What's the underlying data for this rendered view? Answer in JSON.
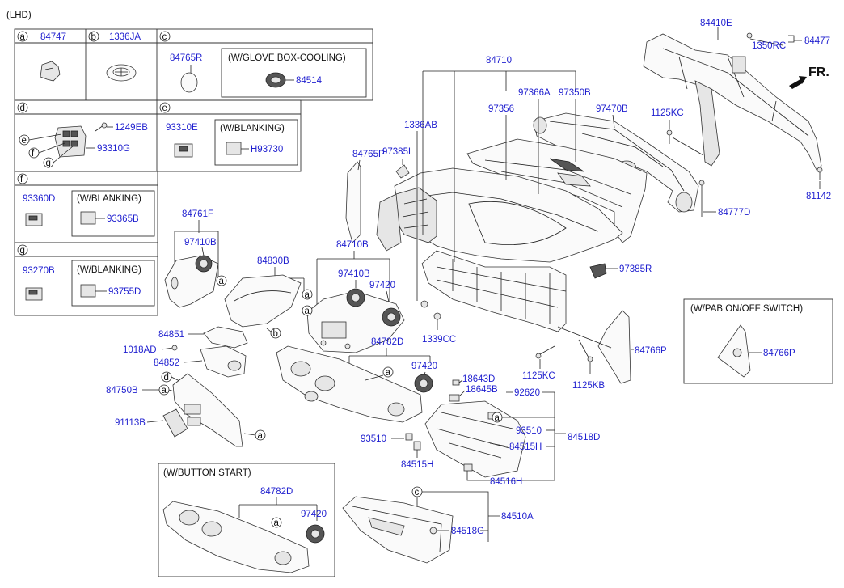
{
  "header": {
    "lhd": "(LHD)"
  },
  "circle_letters": {
    "a": "a",
    "b": "b",
    "c": "c",
    "d": "d",
    "e": "e",
    "f": "f",
    "g": "g"
  },
  "legend": {
    "a_part": "84747",
    "b_part": "1336JA",
    "c_part": "84765R",
    "c_box_title": "(W/GLOVE BOX-COOLING)",
    "c_box_part": "84514",
    "d_parts": [
      "1249EB",
      "93310G"
    ],
    "e_part": "93310E",
    "e_box_title": "(W/BLANKING)",
    "e_box_part": "H93730",
    "f_part": "93360D",
    "f_box_title": "(W/BLANKING)",
    "f_box_part": "93365B",
    "g_part": "93270B",
    "g_box_title": "(W/BLANKING)",
    "g_box_part": "93755D"
  },
  "front_marker": "FR.",
  "labels": {
    "p84410E": "84410E",
    "p84477": "84477",
    "p1350RC": "1350RC",
    "p84710": "84710",
    "p97366A": "97366A",
    "p97350B": "97350B",
    "p97356": "97356",
    "p97470B": "97470B",
    "p1336AB": "1336AB",
    "p1125KC_top": "1125KC",
    "p84765P": "84765P",
    "p97385L": "97385L",
    "p81142": "81142",
    "p84777D": "84777D",
    "p84761F": "84761F",
    "p97410B_l": "97410B",
    "p84830B": "84830B",
    "p84710B": "84710B",
    "p97410B_c": "97410B",
    "p97420_c": "97420",
    "p97385R": "97385R",
    "p84851": "84851",
    "p1018AD": "1018AD",
    "p84852": "84852",
    "p1339CC": "1339CC",
    "p84782D": "84782D",
    "p97420_m": "97420",
    "p84766P": "84766P",
    "p1125KC_b": "1125KC",
    "p1125KB": "1125KB",
    "p84750B": "84750B",
    "p18643D": "18643D",
    "p18645B": "18645B",
    "p92620": "92620",
    "p91113B": "91113B",
    "p93510_r": "93510",
    "p84518D": "84518D",
    "p93510_l": "93510",
    "p84515H_r": "84515H",
    "p84515H_b": "84515H",
    "p84516H": "84516H",
    "p84782D_b": "84782D",
    "p97420_b": "97420",
    "p84510A": "84510A",
    "p84518G": "84518G",
    "p84766P_inset": "84766P"
  },
  "insets": {
    "pab_title": "(W/PAB ON/OFF SWITCH)",
    "button_start_title": "(W/BUTTON START)"
  }
}
